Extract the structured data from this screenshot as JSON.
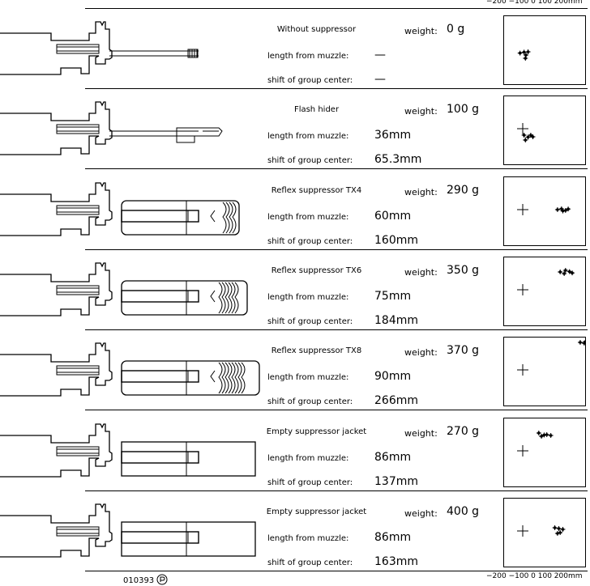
{
  "axis_scale": "−200 −100 0 100 200mm",
  "footer_code": "010393",
  "labels": {
    "weight": "weight:",
    "length": "length from muzzle:",
    "shift": "shift of group center:"
  },
  "rows": [
    {
      "name": "Without suppressor",
      "weight": "0  g",
      "length": "—",
      "shift": "—",
      "device": "none",
      "aim": [
        -50,
        0
      ],
      "shots": [
        [
          -60,
          28
        ],
        [
          -45,
          22
        ],
        [
          -38,
          40
        ],
        [
          -30,
          20
        ],
        [
          -40,
          60
        ]
      ]
    },
    {
      "name": "Flash hider",
      "weight": "100  g",
      "length": "36mm",
      "shift": "65.3mm",
      "device": "flash",
      "aim": [
        -50,
        0
      ],
      "shots": [
        [
          -45,
          40
        ],
        [
          -30,
          52
        ],
        [
          -20,
          40
        ],
        [
          -12,
          50
        ],
        [
          -40,
          70
        ]
      ]
    },
    {
      "name": "Reflex suppressor TX4",
      "weight": "290  g",
      "length": "60mm",
      "shift": "160mm",
      "device": "tx4",
      "aim": [
        -50,
        0
      ],
      "shots": [
        [
          80,
          0
        ],
        [
          95,
          -5
        ],
        [
          110,
          5
        ],
        [
          120,
          -4
        ],
        [
          100,
          8
        ]
      ]
    },
    {
      "name": "Reflex suppressor TX6",
      "weight": "350  g",
      "length": "75mm",
      "shift": "184mm",
      "device": "tx6",
      "aim": [
        -50,
        0
      ],
      "shots": [
        [
          90,
          -110
        ],
        [
          110,
          -120
        ],
        [
          125,
          -112
        ],
        [
          105,
          -100
        ],
        [
          135,
          -104
        ]
      ]
    },
    {
      "name": "Reflex suppressor TX8",
      "weight": "370  g",
      "length": "90mm",
      "shift": "266mm",
      "device": "tx8",
      "aim": [
        -50,
        0
      ],
      "shots": [
        [
          165,
          -170
        ],
        [
          185,
          -175
        ],
        [
          200,
          -168
        ],
        [
          205,
          -175
        ],
        [
          180,
          -165
        ]
      ]
    },
    {
      "name": "Empty suppressor jacket",
      "weight": "270  g",
      "length": "86mm",
      "shift": "137mm",
      "device": "jacket",
      "aim": [
        -50,
        0
      ],
      "shots": [
        [
          10,
          -110
        ],
        [
          20,
          -90
        ],
        [
          30,
          -98
        ],
        [
          40,
          -100
        ],
        [
          55,
          -95
        ]
      ]
    },
    {
      "name": "Empty suppressor jacket",
      "weight": "400  g",
      "length": "86mm",
      "shift": "163mm",
      "device": "jacket",
      "aim": [
        -50,
        0
      ],
      "shots": [
        [
          70,
          -20
        ],
        [
          85,
          -15
        ],
        [
          100,
          -10
        ],
        [
          90,
          10
        ],
        [
          80,
          15
        ]
      ]
    }
  ]
}
